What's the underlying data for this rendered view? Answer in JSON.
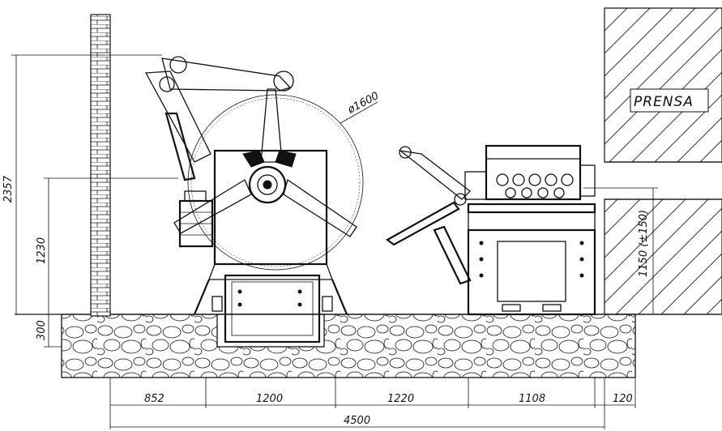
{
  "labels": {
    "press": "PRENSA",
    "coil_diameter": "ø1600"
  },
  "dimensions": {
    "total_height": "2357",
    "machine_height": "1230",
    "foundation_depth": "300",
    "feeder_height": "1150 (±150)",
    "bottom_segments": [
      "852",
      "1200",
      "1220",
      "1108",
      "120"
    ],
    "overall_length": "4500"
  },
  "colors": {
    "line": "#111111",
    "background": "#ffffff"
  }
}
